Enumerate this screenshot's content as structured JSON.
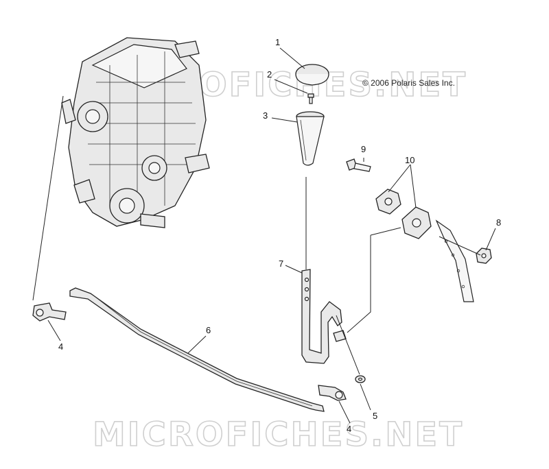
{
  "copyright": "© 2006 Polaris Sales Inc.",
  "watermark": "MICROFICHES.NET",
  "callouts": [
    {
      "id": "label-1",
      "text": "1"
    },
    {
      "id": "label-2",
      "text": "2"
    },
    {
      "id": "label-3",
      "text": "3"
    },
    {
      "id": "label-4-left",
      "text": "4"
    },
    {
      "id": "label-4-bottom",
      "text": "4"
    },
    {
      "id": "label-5",
      "text": "5"
    },
    {
      "id": "label-6",
      "text": "6"
    },
    {
      "id": "label-7",
      "text": "7"
    },
    {
      "id": "label-8",
      "text": "8"
    },
    {
      "id": "label-9",
      "text": "9"
    },
    {
      "id": "label-10",
      "text": "10"
    }
  ]
}
